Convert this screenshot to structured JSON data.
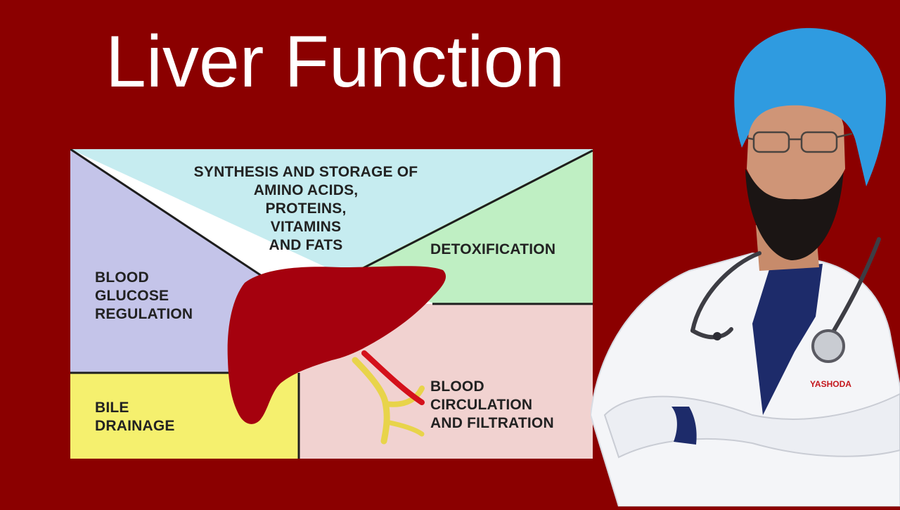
{
  "title": "Liver Function",
  "colors": {
    "background": "#8b0000",
    "synthesis_region": "#c6ecf0",
    "glucose_region": "#c4c4e9",
    "detox_region": "#bfefc3",
    "bile_region": "#f5f06e",
    "circulation_region": "#f1d2d0",
    "liver": "#a5010e",
    "bile_duct": "#e8d44a",
    "artery": "#d4111b"
  },
  "regions": {
    "synthesis": {
      "lines": [
        "SYNTHESIS AND STORAGE OF",
        "AMINO ACIDS,",
        "PROTEINS,",
        "VITAMINS",
        "AND FATS"
      ]
    },
    "glucose": {
      "lines": [
        "BLOOD",
        "GLUCOSE",
        "REGULATION"
      ]
    },
    "detox": {
      "lines": [
        "DETOXIFICATION"
      ]
    },
    "bile": {
      "lines": [
        "BILE",
        "DRAINAGE"
      ]
    },
    "circulation": {
      "lines": [
        "BLOOD",
        "CIRCULATION",
        "AND FILTRATION"
      ]
    }
  },
  "presenter": {
    "badge_text": "YASHODA",
    "turban_color": "#2f9be0",
    "coat_color": "#f4f5f8",
    "shirt_color": "#1d2b6a"
  }
}
